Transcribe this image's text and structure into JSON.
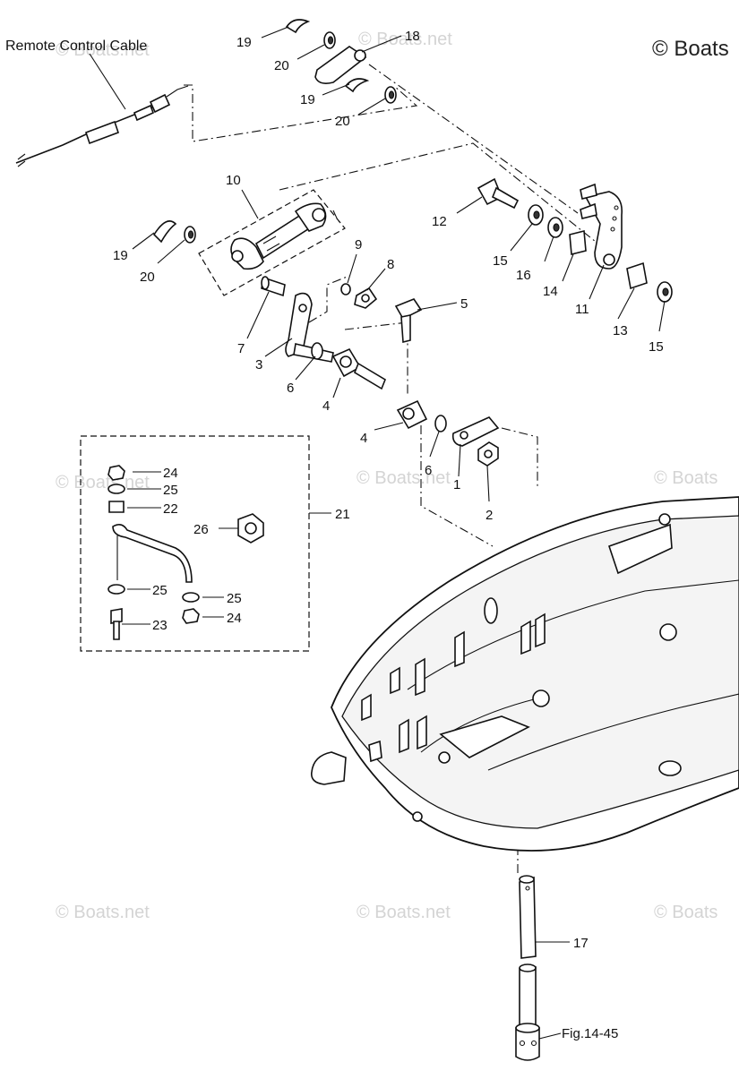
{
  "watermarks": {
    "corner": "© Boats",
    "tile_full": "© Boats.net",
    "tile_short": "© Boats"
  },
  "labels": {
    "remote_control_cable": "Remote Control Cable",
    "fig_ref": "Fig.14-45"
  },
  "callouts": {
    "p1": "1",
    "p2": "2",
    "p3": "3",
    "p4a": "4",
    "p4b": "4",
    "p5": "5",
    "p6a": "6",
    "p6b": "6",
    "p7": "7",
    "p8": "8",
    "p9": "9",
    "p10": "10",
    "p11": "11",
    "p12": "12",
    "p13": "13",
    "p14": "14",
    "p15a": "15",
    "p15b": "15",
    "p16": "16",
    "p17": "17",
    "p18": "18",
    "p19a": "19",
    "p19b": "19",
    "p19c": "19",
    "p20a": "20",
    "p20b": "20",
    "p20c": "20",
    "p21": "21",
    "p22": "22",
    "p23": "23",
    "p24a": "24",
    "p24b": "24",
    "p25a": "25",
    "p25b": "25",
    "p25c": "25",
    "p26": "26"
  }
}
